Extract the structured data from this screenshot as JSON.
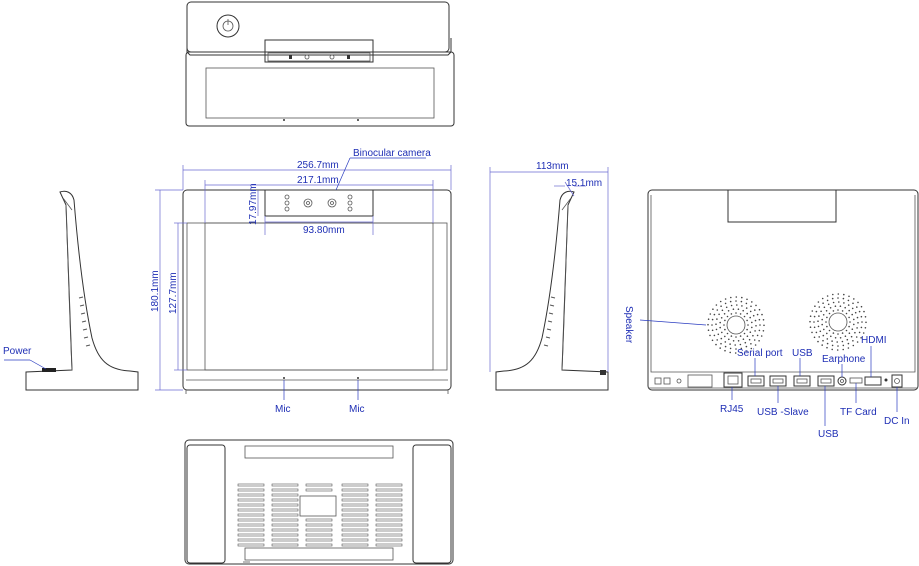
{
  "labels": {
    "binocular_camera": "Binocular camera",
    "power": "Power",
    "mic_left": "Mic",
    "mic_right": "Mic",
    "speaker": "Speaker",
    "serial_port": "Serial port",
    "usb_top": "USB",
    "earphone": "Earphone",
    "hdmi": "HDMI",
    "rj45": "RJ45",
    "usb_slave": "USB -Slave",
    "tf_card": "TF Card",
    "usb_bottom": "USB",
    "dc_in": "DC In"
  },
  "dimensions": {
    "overall_width": "256.7mm",
    "screen_width": "217.1mm",
    "camera_height": "17.97mm",
    "camera_width": "93.80mm",
    "overall_height": "180.1mm",
    "screen_height": "127.7mm",
    "depth": "113mm",
    "thickness": "15.1mm"
  },
  "icons": {
    "power": "power-icon"
  },
  "colors": {
    "annotation": "#1f2fb5",
    "outline": "#333333"
  }
}
